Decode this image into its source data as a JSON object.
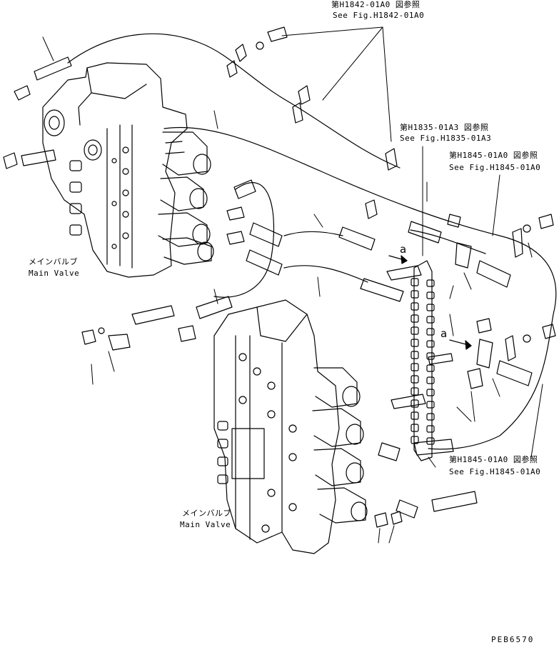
{
  "references": {
    "h1842": {
      "jp": "第H1842-01A0 図参照",
      "en": "See Fig.H1842-01A0"
    },
    "h1835": {
      "jp": "第H1835-01A3 図参照",
      "en": "See Fig.H1835-01A3"
    },
    "h1845_top": {
      "jp": "第H1845-01A0 図参照",
      "en": "See Fig.H1845-01A0"
    },
    "h1845_bottom": {
      "jp": "第H1845-01A0 図参照",
      "en": "See Fig.H1845-01A0"
    }
  },
  "components": {
    "main_valve_upper": {
      "jp": "メインバルブ",
      "en": "Main Valve"
    },
    "main_valve_lower": {
      "jp": "メインバルブ",
      "en": "Main Valve"
    }
  },
  "markers": {
    "a_upper": "a",
    "a_lower": "a"
  },
  "drawing_code": "PEB6570",
  "colors": {
    "line": "#000000",
    "background": "#ffffff"
  }
}
